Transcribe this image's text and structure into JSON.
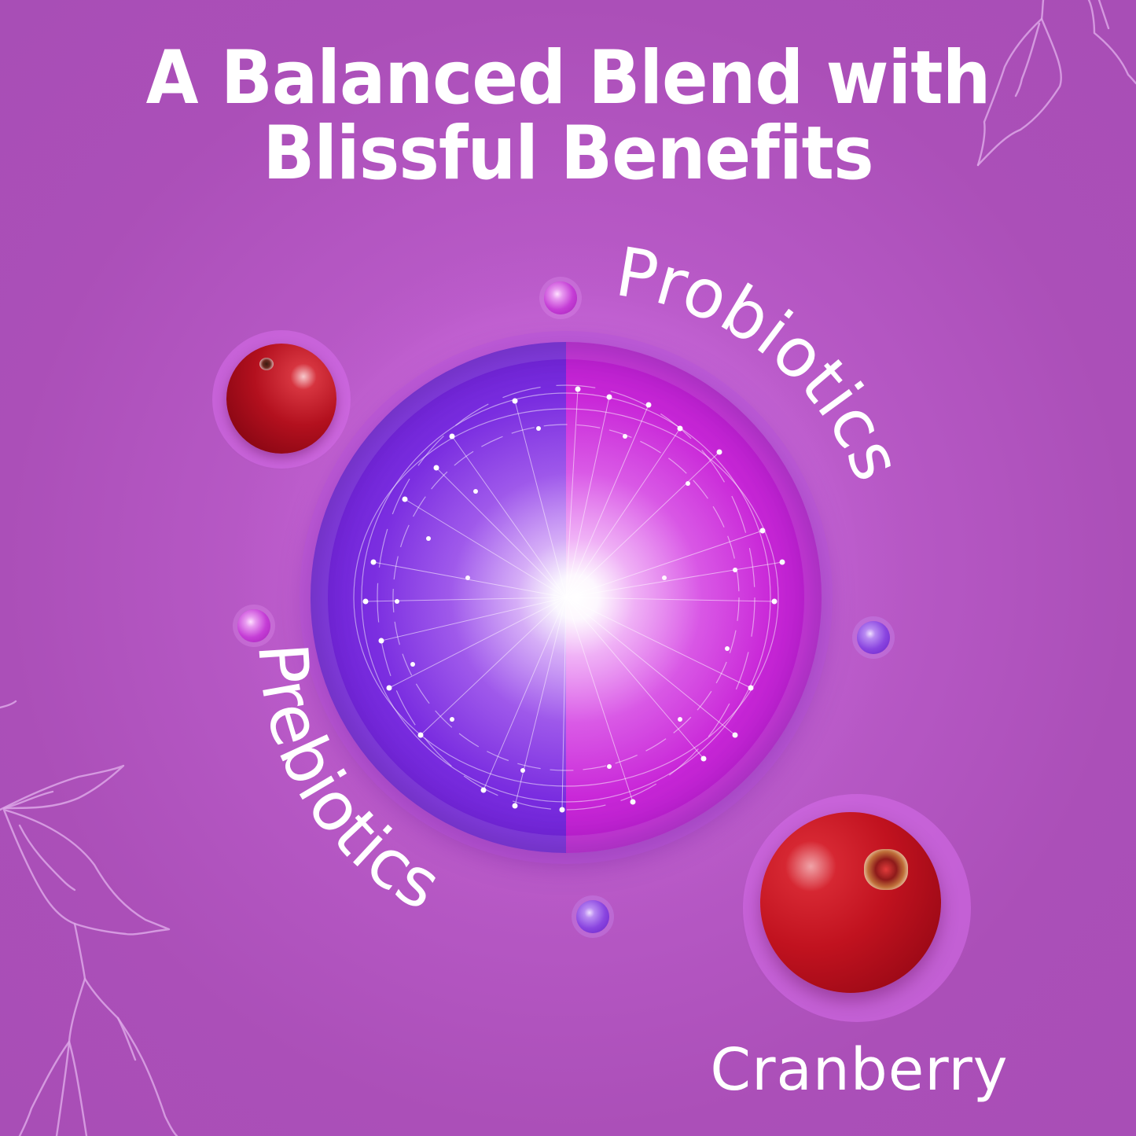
{
  "headline": {
    "line1": "A Balanced Blend with",
    "line2": "Blissful Benefits"
  },
  "ingredients": {
    "probiotics": "Probiotics",
    "prebiotics": "Prebiotics",
    "cranberry": "Cranberry"
  },
  "colors": {
    "background": "#ab4fb8",
    "orb_left": "#7a2de0",
    "orb_right": "#c927d8",
    "berry": "#c1121f",
    "text": "#ffffff",
    "leaf_line": "#dca6e6"
  },
  "icons": {
    "decor_leaf_top_right": "leaf-outline-icon",
    "decor_leaf_bottom_left": "leaf-outline-icon",
    "orb_center": "network-burst-icon",
    "beads": "bead-icon",
    "berries": "cranberry-icon"
  }
}
